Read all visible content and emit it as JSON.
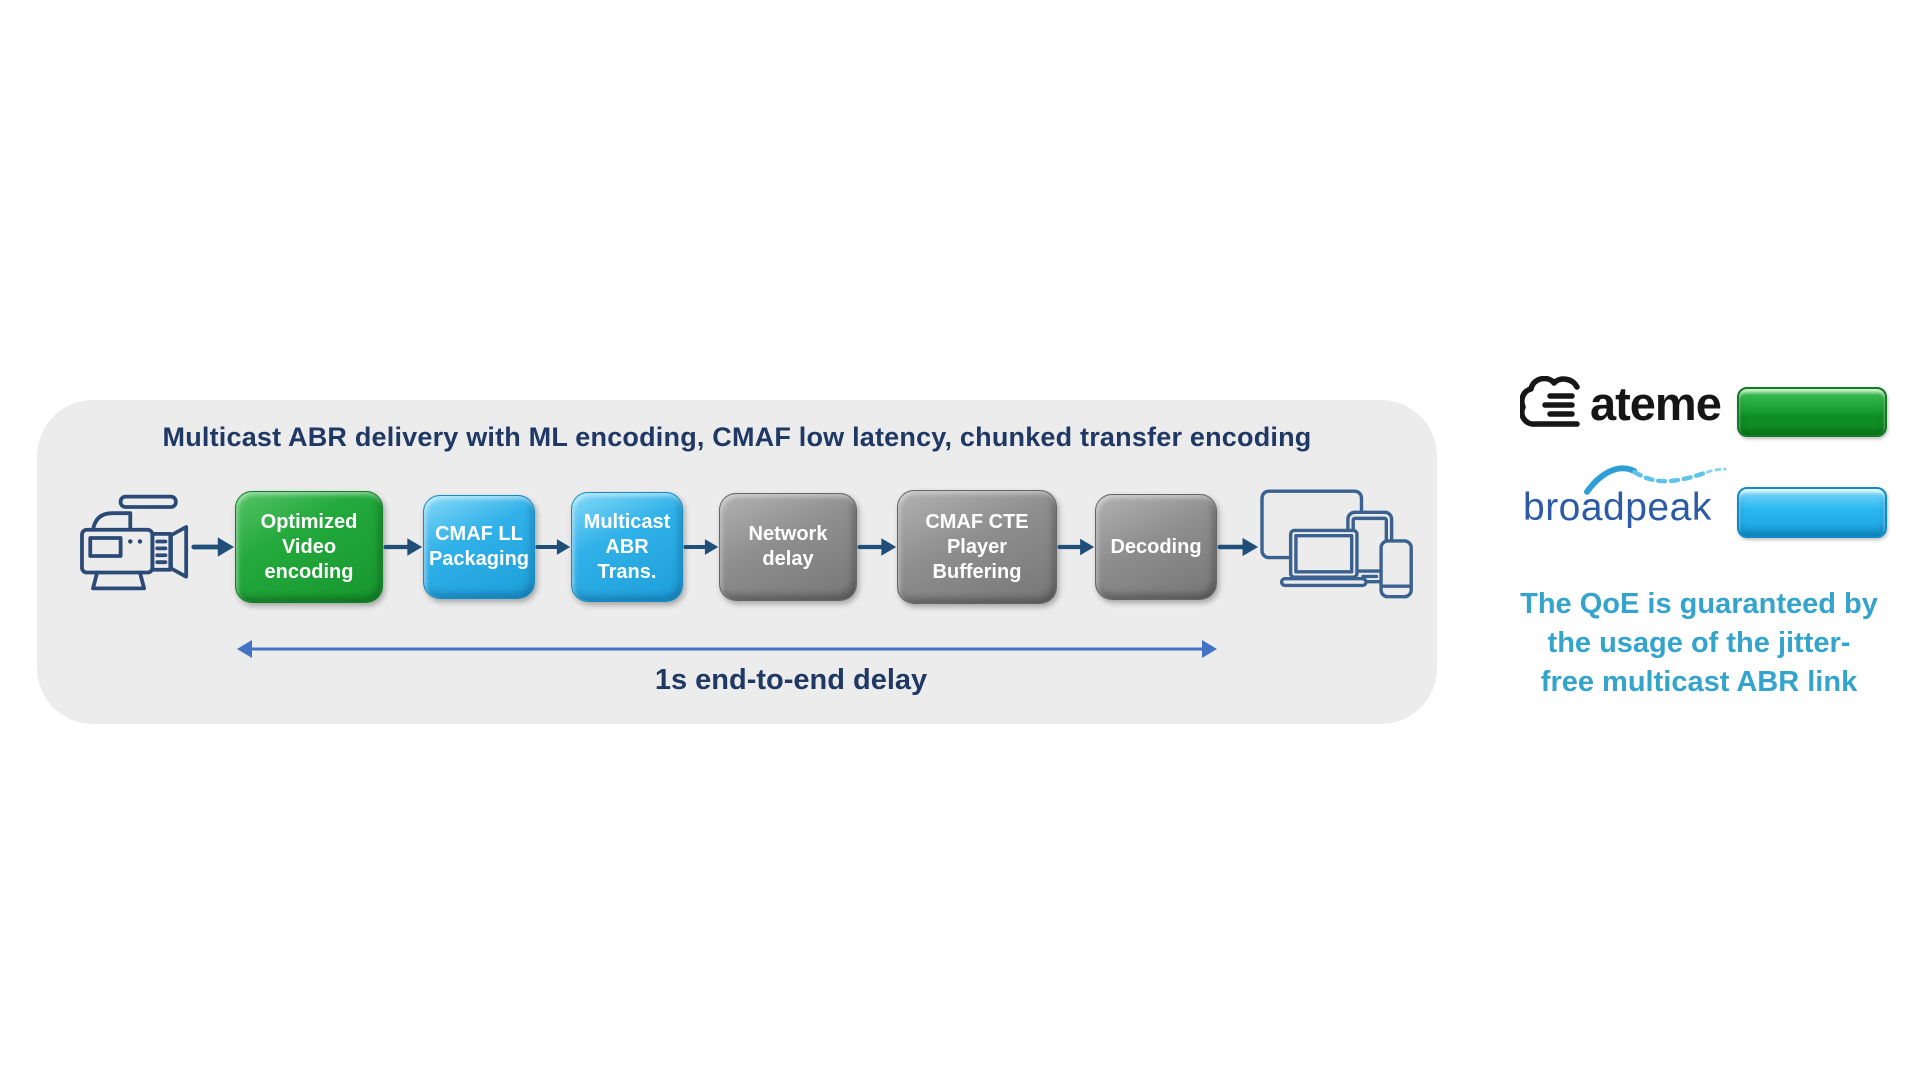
{
  "diagram": {
    "title": "Multicast ABR delivery with ML encoding, CMAF low latency, chunked transfer encoding",
    "nodes": [
      {
        "label": "Optimized Video encoding",
        "color_type": "green"
      },
      {
        "label": "CMAF LL Packaging",
        "color_type": "blue"
      },
      {
        "label": "Multicast ABR Trans.",
        "color_type": "blue"
      },
      {
        "label": "Network delay",
        "color_type": "gray"
      },
      {
        "label": "CMAF CTE Player Buffering",
        "color_type": "gray"
      },
      {
        "label": "Decoding",
        "color_type": "gray"
      }
    ],
    "delay_label": "1s end-to-end delay",
    "source_icon": "video-camera-icon",
    "sink_icon": "multi-device-icon"
  },
  "branding": {
    "ateme_label": "ateme",
    "broadpeak_label": "broadpeak",
    "qoe_lines": [
      "The QoE is guaranteed by",
      "the usage of the jitter-",
      "free multicast ABR link"
    ]
  },
  "colors": {
    "panel_bg": "#ECECED",
    "title_text": "#1F3864",
    "node_green": "#1FA238",
    "node_blue": "#29ABE2",
    "node_gray": "#8A8A8A",
    "node_text": "#FFFFFF",
    "flow_arrow": "#1F4E79",
    "span_arrow": "#4472C4",
    "delay_text": "#1F3864",
    "ateme_text": "#161616",
    "broadpeak_text": "#2B5AA7",
    "swoosh_blue": "#3FA9DE",
    "button_green": "#1CA331",
    "button_blue": "#29B7F0",
    "qoe_text": "#35A4CD",
    "camera_icon_stroke": "#2B4B76",
    "device_icon_stroke": "#3A618F"
  }
}
